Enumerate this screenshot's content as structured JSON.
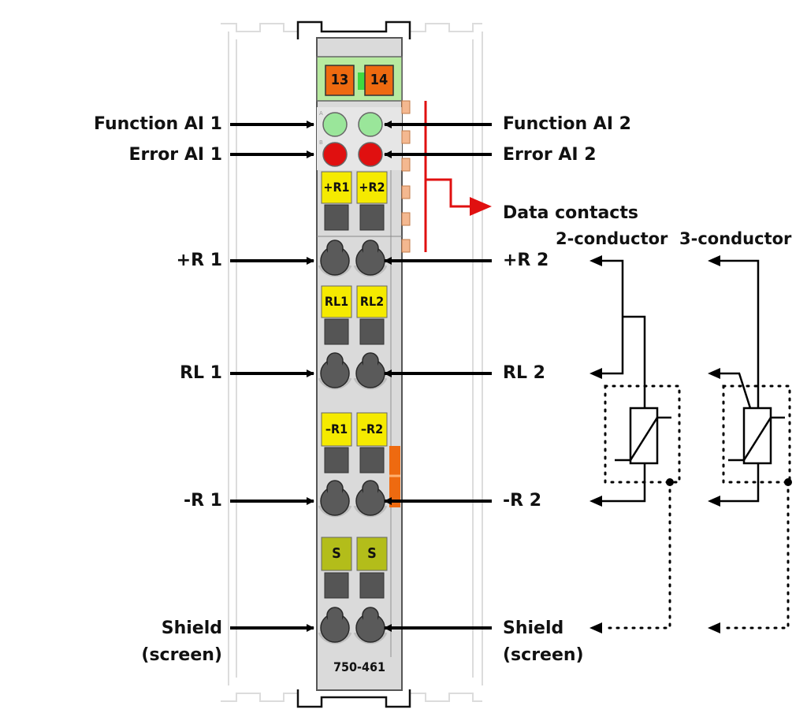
{
  "module": {
    "model": "750-461",
    "top_terminals": [
      "13",
      "14"
    ],
    "row_tags": {
      "r_plus": [
        "+R1",
        "+R2"
      ],
      "rl": [
        "RL1",
        "RL2"
      ],
      "r_minus": [
        "–R1",
        "–R2"
      ],
      "shield": [
        "S",
        "S"
      ]
    }
  },
  "left_labels": {
    "function": "Function AI 1",
    "error": "Error AI 1",
    "r_plus": "+R 1",
    "rl": "RL 1",
    "r_minus": "-R 1",
    "shield_line1": "Shield",
    "shield_line2": "(screen)"
  },
  "right_labels": {
    "function": "Function AI 2",
    "error": "Error AI 2",
    "data_contacts": "Data contacts",
    "r_plus": "+R 2",
    "rl": "RL 2",
    "r_minus": "-R 2",
    "shield_line1": "Shield",
    "shield_line2": "(screen)"
  },
  "wiring": {
    "two_conductor": "2-conductor",
    "three_conductor": "3-conductor"
  },
  "colors": {
    "led_function": "#9ae69a",
    "led_error": "#e01010",
    "tag_yellow": "#f5ea00",
    "tag_shield": "#b3bd1a",
    "tag_orange": "#ee6a10",
    "terminal_green": "#b7eaa0",
    "data_arrow": "#e01010",
    "housing": "#d9d9d9"
  }
}
